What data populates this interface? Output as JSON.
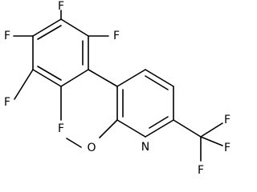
{
  "molecule": {
    "atoms": {
      "f1": "F",
      "f2": "F",
      "f3": "F",
      "f4": "F",
      "f5": "F",
      "n1": "N",
      "o1": "O",
      "f6": "F",
      "f7": "F",
      "f8": "F"
    }
  }
}
